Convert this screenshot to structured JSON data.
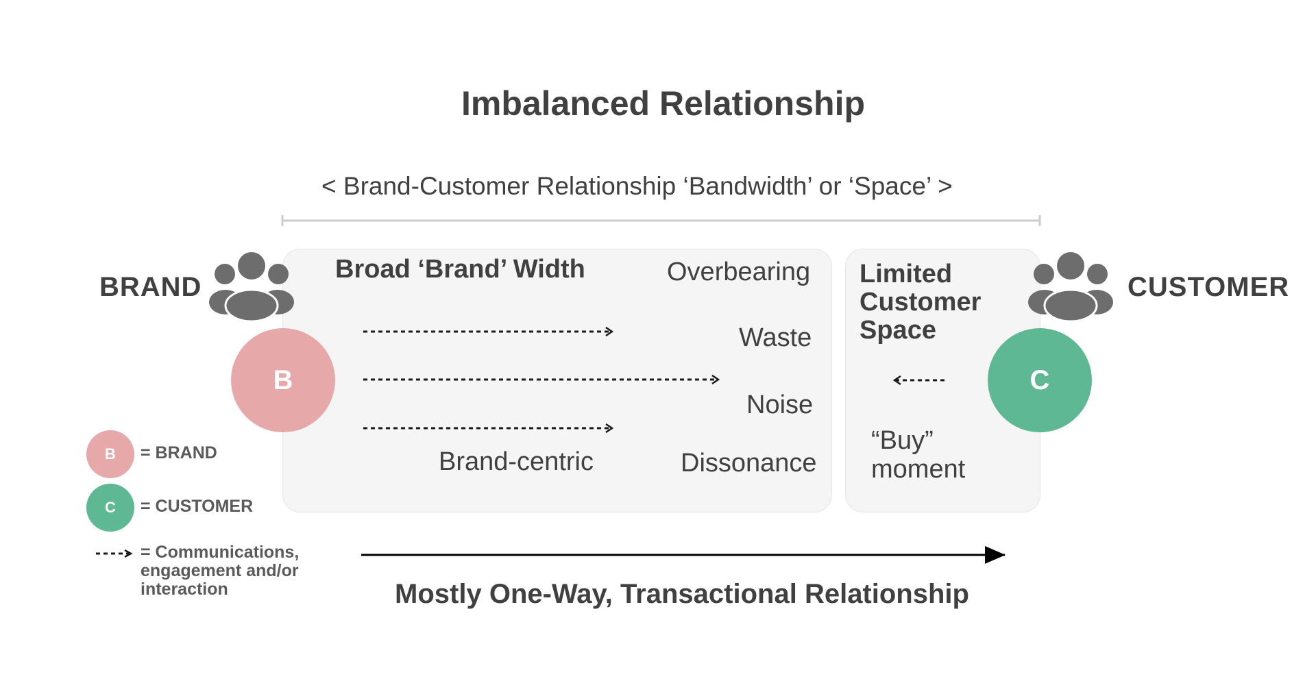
{
  "title": "Imbalanced Relationship",
  "bandwidth_label": "<  Brand-Customer Relationship ‘Bandwidth’ or ‘Space’  >",
  "brand_label": "BRAND",
  "customer_label": "CUSTOMER",
  "brand_initial": "B",
  "customer_initial": "C",
  "panels": {
    "brand": {
      "heading": "Broad ‘Brand’ Width",
      "effects": [
        "Overbearing",
        "Waste",
        "Noise",
        "Dissonance"
      ],
      "brand_centric": "Brand-centric"
    },
    "customer": {
      "heading_lines": [
        "Limited",
        "Customer",
        "Space"
      ],
      "buy_moment_lines": [
        "“Buy”",
        "moment"
      ]
    }
  },
  "legend": {
    "brand_initial": "B",
    "brand_text": "= BRAND",
    "customer_initial": "C",
    "customer_text": "= CUSTOMER",
    "communications_lines": [
      "= Communications,",
      "engagement and/or",
      "interaction"
    ]
  },
  "relationship_caption": "Mostly One-Way, Transactional Relationship",
  "colors": {
    "brand": "#e6a8a8",
    "customer": "#5fb894",
    "panel": "#f5f5f5",
    "text": "#404040",
    "icon": "#6d6d6d"
  },
  "icons": [
    "people-group-icon",
    "dashed-arrow-icon",
    "solid-arrow-icon"
  ]
}
